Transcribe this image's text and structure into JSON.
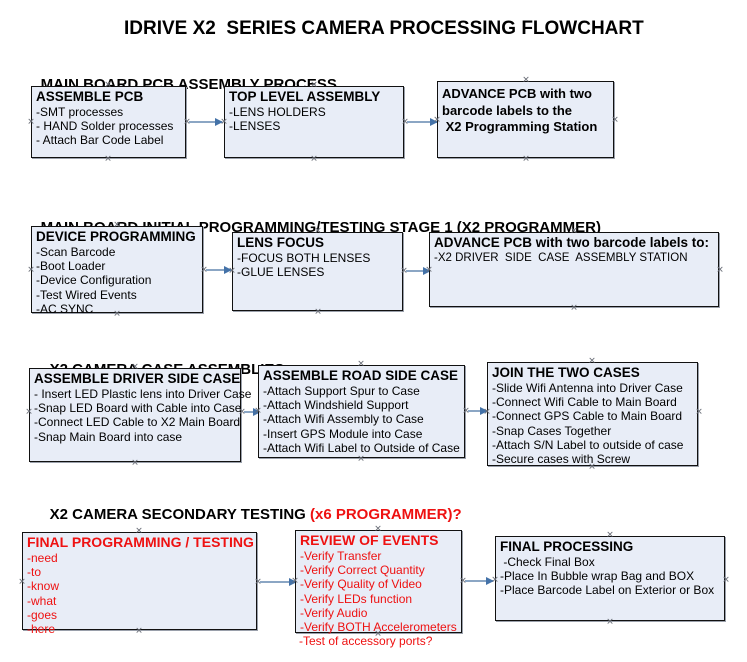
{
  "title": "IDRIVE X2  SERIES CAMERA PROCESSING FLOWCHART",
  "colors": {
    "node_fill": "#e8edf7",
    "node_border": "#111111",
    "accent_red": "#ee1111",
    "connector": "#8ba6c4",
    "arrow_head": "#4472a8",
    "text": "#000000"
  },
  "sections": [
    {
      "heading": "MAIN BOARD PCB ASSEMBLY PROCESS",
      "heading_accent": "",
      "nodes": [
        {
          "title": "ASSEMBLE PCB",
          "lines": [
            "-SMT processes",
            "- HAND Solder processes",
            "- Attach Bar Code Label"
          ]
        },
        {
          "title": "TOP LEVEL ASSEMBLY",
          "lines": [
            "-LENS HOLDERS",
            "-LENSES"
          ]
        },
        {
          "title": "ADVANCE PCB with two",
          "lines": [
            "barcode labels to the",
            " X2 Programming Station"
          ]
        }
      ]
    },
    {
      "heading": "MAIN BOARD INITIAL PROGRAMMING/TESTING STAGE 1 (X2 PROGRAMMER)",
      "heading_accent": "",
      "nodes": [
        {
          "title": "DEVICE PROGRAMMING",
          "lines": [
            "-Scan Barcode",
            "-Boot Loader",
            "-Device Configuration",
            "-Test Wired Events",
            "-AC SYNC"
          ]
        },
        {
          "title": "LENS FOCUS",
          "lines": [
            "-FOCUS BOTH LENSES",
            "-GLUE LENSES"
          ]
        },
        {
          "title": "ADVANCE PCB with two barcode labels to:",
          "lines": [
            "-X2 DRIVER  SIDE  CASE  ASSEMBLY STATION"
          ]
        }
      ]
    },
    {
      "heading": "X2 CAMERA CASE ASSEMBLIES",
      "heading_accent": "",
      "nodes": [
        {
          "title": "ASSEMBLE DRIVER SIDE CASE",
          "lines": [
            "- Insert LED Plastic lens into Driver Case",
            "-Snap LED Board with Cable into Case",
            "-Connect LED Cable to X2 Main Board",
            "-Snap Main Board into case"
          ]
        },
        {
          "title": "ASSEMBLE ROAD SIDE CASE",
          "lines": [
            "-Attach Support Spur to Case",
            "-Attach Windshield Support",
            "-Attach Wifi Assembly to Case",
            "-Insert GPS Module into Case",
            "-Attach Wifi Label to Outside of Case"
          ]
        },
        {
          "title": "JOIN THE TWO CASES",
          "lines": [
            "-Slide Wifi Antenna into Driver Case",
            "-Connect Wifi Cable to Main Board",
            "-Connect GPS Cable to Main Board",
            "-Snap Cases Together",
            "-Attach S/N Label to outside of case",
            "-Secure cases with Screw"
          ]
        }
      ]
    },
    {
      "heading": "X2 CAMERA SECONDARY TESTING ",
      "heading_accent": "(x6 PROGRAMMER)?",
      "nodes": [
        {
          "title": "FINAL PROGRAMMING / TESTING",
          "lines": [
            "-need",
            "-to",
            "-know",
            "-what",
            "-goes",
            "-here"
          ]
        },
        {
          "title": "REVIEW OF EVENTS",
          "lines": [
            "-Verify Transfer",
            "-Verify Correct Quantity",
            "-Verify Quality of Video",
            "-Verify LEDs function",
            "-Verify Audio",
            "-Verify BOTH Accelerometers"
          ],
          "overflow_line": "-Test of accessory ports?"
        },
        {
          "title": "FINAL PROCESSING",
          "lines": [
            " -Check Final Box",
            "-Place In Bubble wrap Bag and BOX",
            "-Place Barcode Label on Exterior or Box"
          ]
        }
      ]
    }
  ]
}
